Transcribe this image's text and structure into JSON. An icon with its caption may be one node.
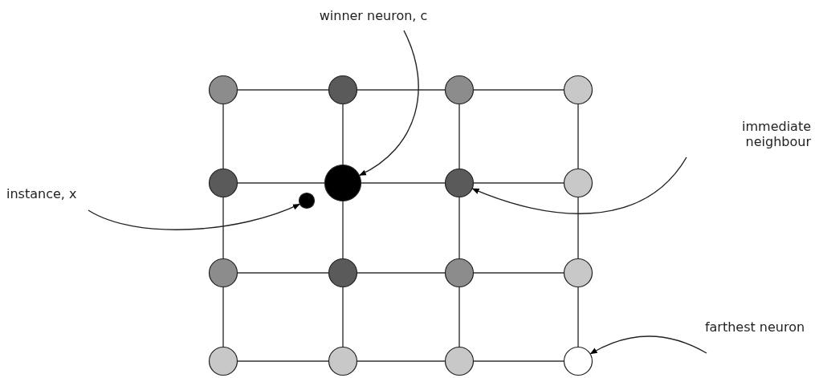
{
  "diagram": {
    "nodes": [
      {
        "text": [],
        "shape": "circle"
      },
      {
        "text": [],
        "shape": "circle"
      },
      {
        "text": [],
        "shape": "circle"
      },
      {
        "text": [],
        "shape": "circle"
      },
      {
        "text": [],
        "shape": "circle"
      },
      {
        "text": [],
        "shape": "circle"
      },
      {
        "text": [],
        "shape": "circle"
      },
      {
        "text": [],
        "shape": "circle"
      },
      {
        "text": [],
        "shape": "circle"
      },
      {
        "text": [],
        "shape": "circle"
      },
      {
        "text": [],
        "shape": "circle"
      },
      {
        "text": [],
        "shape": "circle"
      },
      {
        "text": [],
        "shape": "circle"
      },
      {
        "text": [],
        "shape": "circle"
      },
      {
        "text": [],
        "shape": "circle"
      },
      {
        "text": [],
        "shape": "circle"
      },
      {
        "text": [],
        "shape": "circle"
      },
      {
        "text": [
          "winner neuron, c"
        ]
      },
      {
        "text": [
          "immediate neighbour"
        ]
      },
      {
        "text": [
          "instance, x"
        ]
      },
      {
        "text": [
          "farthest neuron"
        ]
      }
    ],
    "edges": [
      {
        "from": 0,
        "to": 1,
        "arrow": "none"
      },
      {
        "from": 1,
        "to": 2,
        "arrow": "none"
      },
      {
        "from": 2,
        "to": 3,
        "arrow": "none"
      },
      {
        "from": 4,
        "to": 5,
        "arrow": "none"
      },
      {
        "from": 5,
        "to": 6,
        "arrow": "none"
      },
      {
        "from": 6,
        "to": 7,
        "arrow": "none"
      },
      {
        "from": 8,
        "to": 9,
        "arrow": "none"
      },
      {
        "from": 9,
        "to": 10,
        "arrow": "none"
      },
      {
        "from": 10,
        "to": 11,
        "arrow": "none"
      },
      {
        "from": 12,
        "to": 13,
        "arrow": "none"
      },
      {
        "from": 13,
        "to": 14,
        "arrow": "none"
      },
      {
        "from": 14,
        "to": 15,
        "arrow": "none"
      },
      {
        "from": 0,
        "to": 4,
        "arrow": "none"
      },
      {
        "from": 4,
        "to": 8,
        "arrow": "none"
      },
      {
        "from": 8,
        "to": 12,
        "arrow": "none"
      },
      {
        "from": 1,
        "to": 5,
        "arrow": "none"
      },
      {
        "from": 5,
        "to": 9,
        "arrow": "none"
      },
      {
        "from": 9,
        "to": 13,
        "arrow": "none"
      },
      {
        "from": 2,
        "to": 6,
        "arrow": "none"
      },
      {
        "from": 6,
        "to": 10,
        "arrow": "none"
      },
      {
        "from": 10,
        "to": 14,
        "arrow": "none"
      },
      {
        "from": 3,
        "to": 7,
        "arrow": "none"
      },
      {
        "from": 7,
        "to": 11,
        "arrow": "none"
      },
      {
        "from": 11,
        "to": 15,
        "arrow": "none"
      },
      {
        "from": 17,
        "to": 5,
        "arrow": "to"
      },
      {
        "from": 18,
        "to": 6,
        "arrow": "to"
      },
      {
        "from": 19,
        "to": 16,
        "arrow": "to"
      },
      {
        "from": 20,
        "to": 15,
        "arrow": "to"
      }
    ]
  }
}
